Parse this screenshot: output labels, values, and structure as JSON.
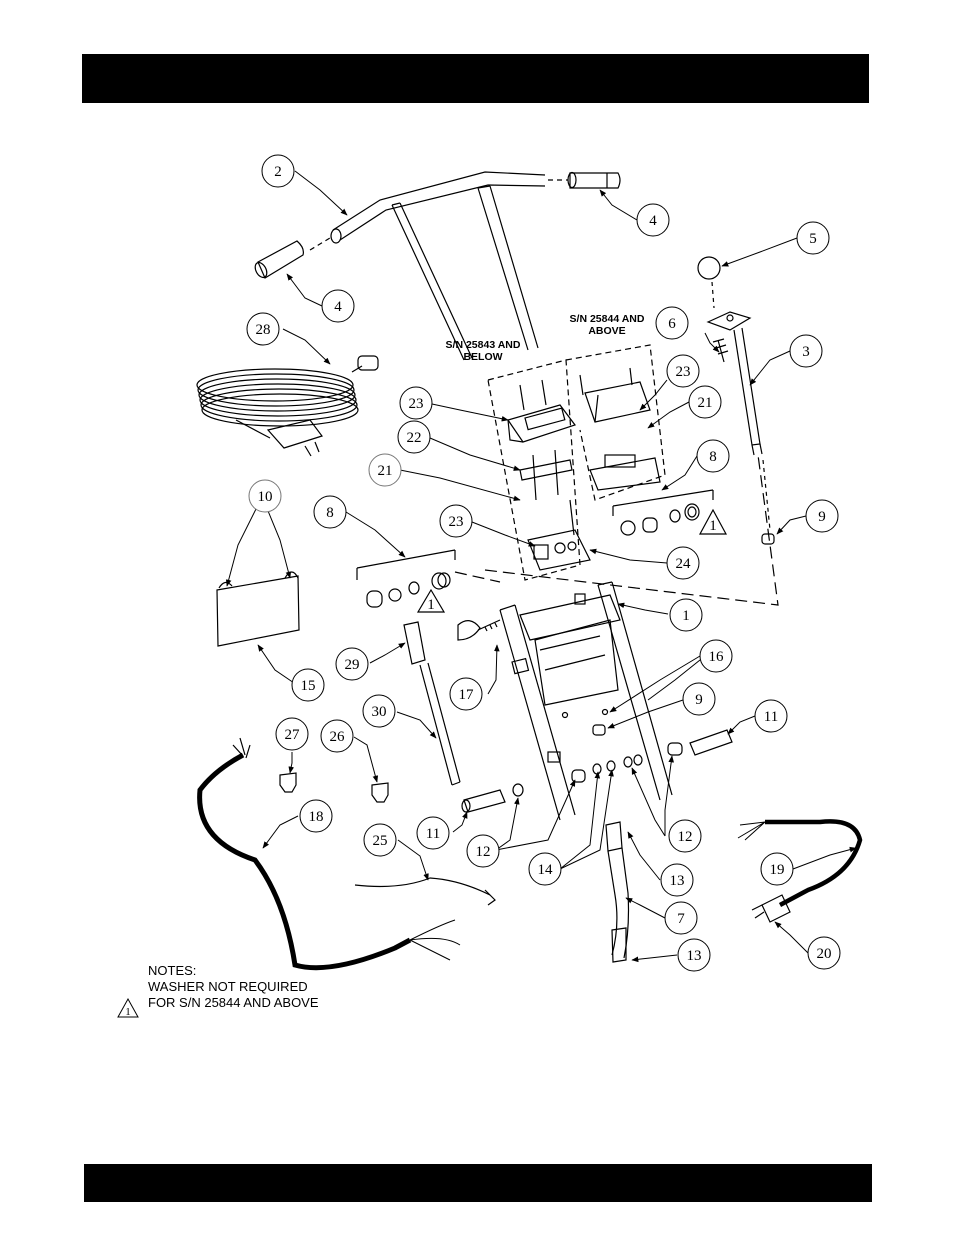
{
  "serial_labels": {
    "below": [
      "S/N 25843 AND",
      "BELOW"
    ],
    "above": [
      "S/N 25844 AND",
      "ABOVE"
    ]
  },
  "callouts": [
    {
      "id": "c2",
      "label": "2"
    },
    {
      "id": "c4a",
      "label": "4"
    },
    {
      "id": "c4b",
      "label": "4"
    },
    {
      "id": "c5",
      "label": "5"
    },
    {
      "id": "c6",
      "label": "6"
    },
    {
      "id": "c3",
      "label": "3"
    },
    {
      "id": "c28",
      "label": "28"
    },
    {
      "id": "c23a",
      "label": "23"
    },
    {
      "id": "c23b",
      "label": "23"
    },
    {
      "id": "c21a",
      "label": "21"
    },
    {
      "id": "c22",
      "label": "22"
    },
    {
      "id": "c21b",
      "label": "21"
    },
    {
      "id": "c8a",
      "label": "8"
    },
    {
      "id": "c10",
      "label": "10"
    },
    {
      "id": "c8b",
      "label": "8"
    },
    {
      "id": "c9a",
      "label": "9"
    },
    {
      "id": "c23c",
      "label": "23"
    },
    {
      "id": "c24",
      "label": "24"
    },
    {
      "id": "c1",
      "label": "1"
    },
    {
      "id": "c16",
      "label": "16"
    },
    {
      "id": "c29",
      "label": "29"
    },
    {
      "id": "c15",
      "label": "15"
    },
    {
      "id": "c17",
      "label": "17"
    },
    {
      "id": "c9b",
      "label": "9"
    },
    {
      "id": "c11a",
      "label": "11"
    },
    {
      "id": "c30",
      "label": "30"
    },
    {
      "id": "c27",
      "label": "27"
    },
    {
      "id": "c26",
      "label": "26"
    },
    {
      "id": "c18",
      "label": "18"
    },
    {
      "id": "c11b",
      "label": "11"
    },
    {
      "id": "c12a",
      "label": "12"
    },
    {
      "id": "c12b",
      "label": "12"
    },
    {
      "id": "c25",
      "label": "25"
    },
    {
      "id": "c14",
      "label": "14"
    },
    {
      "id": "c13a",
      "label": "13"
    },
    {
      "id": "c19",
      "label": "19"
    },
    {
      "id": "c7",
      "label": "7"
    },
    {
      "id": "c13b",
      "label": "13"
    },
    {
      "id": "c20",
      "label": "20"
    }
  ],
  "warning_flag": "1",
  "notes": {
    "heading": "NOTES:",
    "flag": "1",
    "lines": [
      "WASHER NOT REQUIRED",
      "FOR S/N 25844 AND ABOVE"
    ]
  }
}
